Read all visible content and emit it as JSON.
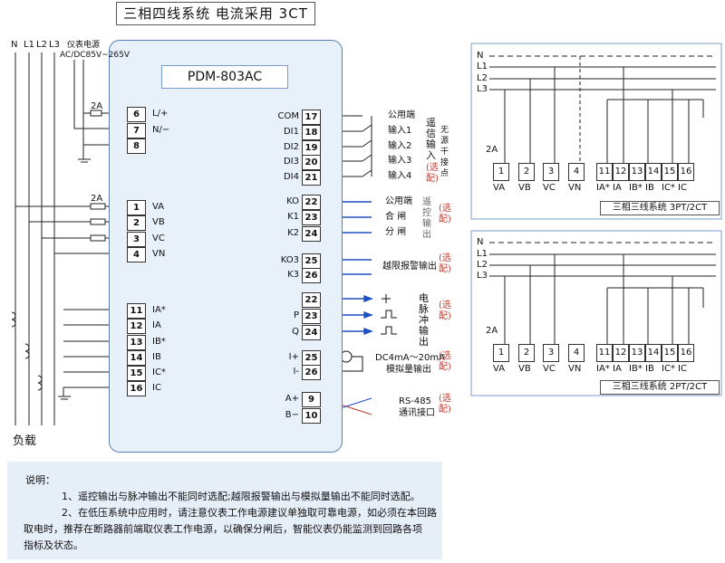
{
  "title": "三相四线系统   电流采用 3CT",
  "model": "PDM-803AC",
  "lines": [
    "N",
    "L1",
    "L2",
    "L3"
  ],
  "power_label": "仪表电源",
  "power_range": "AC/DC85V~265V",
  "fuse": "2A",
  "load": "负载",
  "left_terms": [
    {
      "n": "6",
      "l": "L/+"
    },
    {
      "n": "7",
      "l": "N/−"
    },
    {
      "n": "8",
      "l": ""
    },
    {
      "n": "1",
      "l": "VA"
    },
    {
      "n": "2",
      "l": "VB"
    },
    {
      "n": "3",
      "l": "VC"
    },
    {
      "n": "4",
      "l": "VN"
    },
    {
      "n": "11",
      "l": "IA*"
    },
    {
      "n": "12",
      "l": "IA"
    },
    {
      "n": "13",
      "l": "IB*"
    },
    {
      "n": "14",
      "l": "IB"
    },
    {
      "n": "15",
      "l": "IC*"
    },
    {
      "n": "16",
      "l": "IC"
    }
  ],
  "right_terms": [
    {
      "n": "17",
      "l": "COM"
    },
    {
      "n": "18",
      "l": "DI1"
    },
    {
      "n": "19",
      "l": "DI2"
    },
    {
      "n": "20",
      "l": "DI3"
    },
    {
      "n": "21",
      "l": "DI4"
    },
    {
      "n": "22",
      "l": "KO"
    },
    {
      "n": "23",
      "l": "K1"
    },
    {
      "n": "24",
      "l": "K2"
    },
    {
      "n": "25",
      "l": "KO3"
    },
    {
      "n": "26",
      "l": "K3"
    },
    {
      "n": "22",
      "l": ""
    },
    {
      "n": "23",
      "l": "P"
    },
    {
      "n": "24",
      "l": "Q"
    },
    {
      "n": "25",
      "l": "I+"
    },
    {
      "n": "26",
      "l": "I-"
    },
    {
      "n": "9",
      "l": "A+"
    },
    {
      "n": "10",
      "l": "B−"
    }
  ],
  "di_labels": [
    "公用端",
    "输入1",
    "输入2",
    "输入3",
    "输入4"
  ],
  "di_group": "遥信输入",
  "di_note": "无源干接点",
  "opt": "(选配)",
  "rc_labels": [
    "公用端",
    "合 闸",
    "分 闸"
  ],
  "rc_group": "遥控输出",
  "alarm": "越限报警输出",
  "pulse_group": "电脉冲输出",
  "analog": "DC4mA～20mA",
  "analog2": "模拟量输出",
  "rs485": "RS-485",
  "rs485b": "通讯接口",
  "notes": {
    "head": "说明：",
    "n1": "1、遥控输出与脉冲输出不能同时选配;越限报警输出与模拟量输出不能同时选配。",
    "n2a": "2、在低压系统中应用时，请注意仪表工作电源建议单独取可靠电源，如必须在本回路",
    "n2b": "取电时，推荐在断路器前端取仪表工作电源，以确保分闸后，智能仪表仍能监测到回路各项",
    "n2c": "指标及状态。"
  },
  "sub1_caption": "三相三线系统 3PT/2CT",
  "sub2_caption": "三相三线系统 2PT/2CT",
  "sub_terms": [
    "1",
    "2",
    "3",
    "4",
    "11",
    "12",
    "13",
    "14",
    "15",
    "16"
  ],
  "sub_labels": [
    "VA",
    "VB",
    "VC",
    "VN",
    "IA*",
    "IA",
    "IB*",
    "IB",
    "IC*",
    "IC"
  ]
}
